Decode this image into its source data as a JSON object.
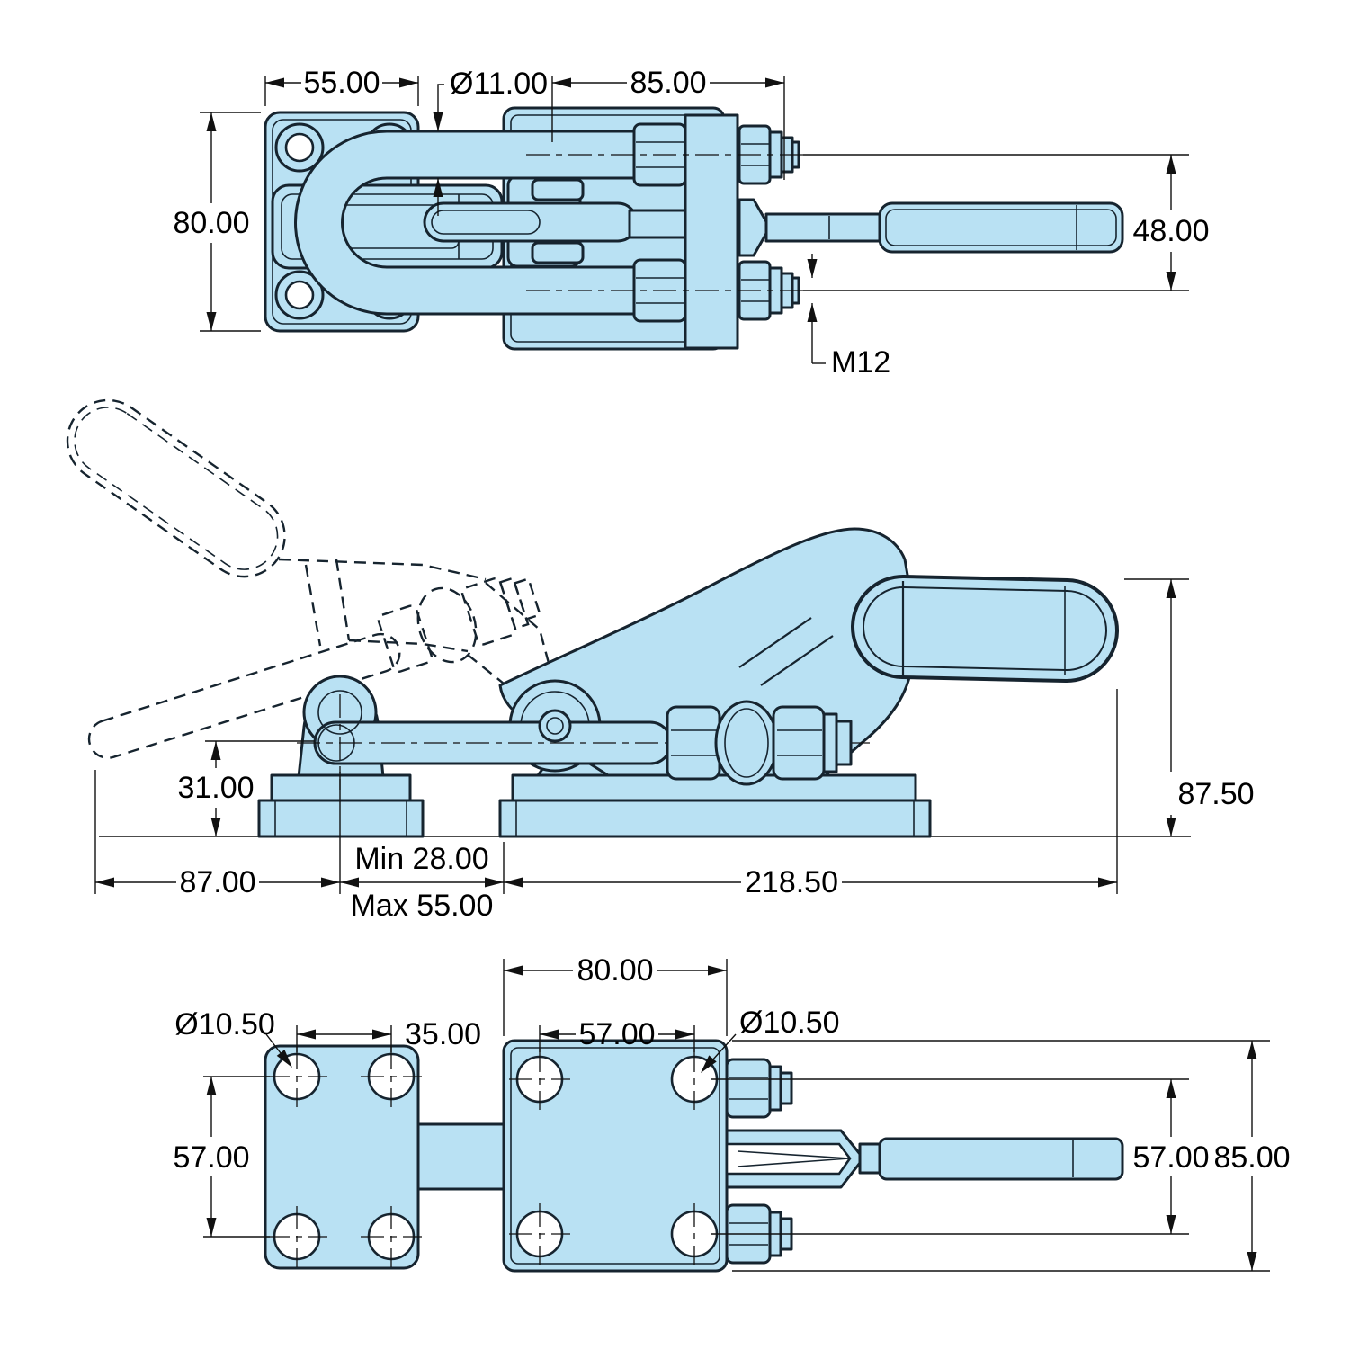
{
  "colors": {
    "part_fill": "#b9e1f3",
    "outline": "#16242f",
    "dimension_lines": "#111111",
    "background": "#ffffff"
  },
  "views": {
    "top": {
      "dimensions": {
        "plate_width": "55.00",
        "rod_diameter": "Ø11.00",
        "body_length": "85.00",
        "plate_height": "80.00",
        "rod_spacing": "48.00",
        "thread_callout": "M12"
      }
    },
    "side": {
      "dimensions": {
        "overall_height": "87.50",
        "pivot_height": "31.00",
        "hook_reach": "87.00",
        "travel_min": "Min 28.00",
        "travel_max": "Max 55.00",
        "overall_length": "218.50"
      }
    },
    "bottom": {
      "dimensions": {
        "body_width": "80.00",
        "plate_hole_diameter": "Ø10.50",
        "plate_hole_spacing_x": "35.00",
        "body_hole_spacing_x": "57.00",
        "body_hole_diameter": "Ø10.50",
        "plate_hole_spacing_y": "57.00",
        "body_hole_spacing_y": "57.00",
        "overall_width": "85.00"
      }
    }
  }
}
